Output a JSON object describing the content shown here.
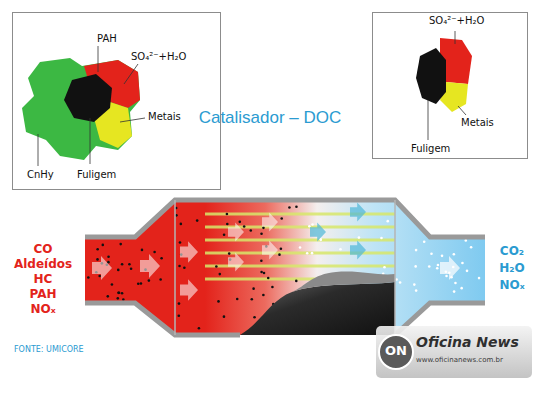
{
  "diagram": {
    "title": "Catalisador – DOC",
    "nodes": [
      {
        "text": [
          "PAH",
          "SO₄²⁻+H₂O",
          "Metais",
          "CnHy",
          "Fuligem"
        ]
      },
      {
        "text": [
          "SO₄²⁻+H₂O",
          "Metais",
          "Fuligem"
        ]
      }
    ],
    "labels": [
      "CO",
      "Aldeídos",
      "HC",
      "PAH",
      "NOₓ",
      "CO₂",
      "H₂O",
      "NOₓ",
      "FONTE: UMICORE",
      "ON",
      "Oficina News",
      "www.oficinanews.com.br"
    ]
  }
}
